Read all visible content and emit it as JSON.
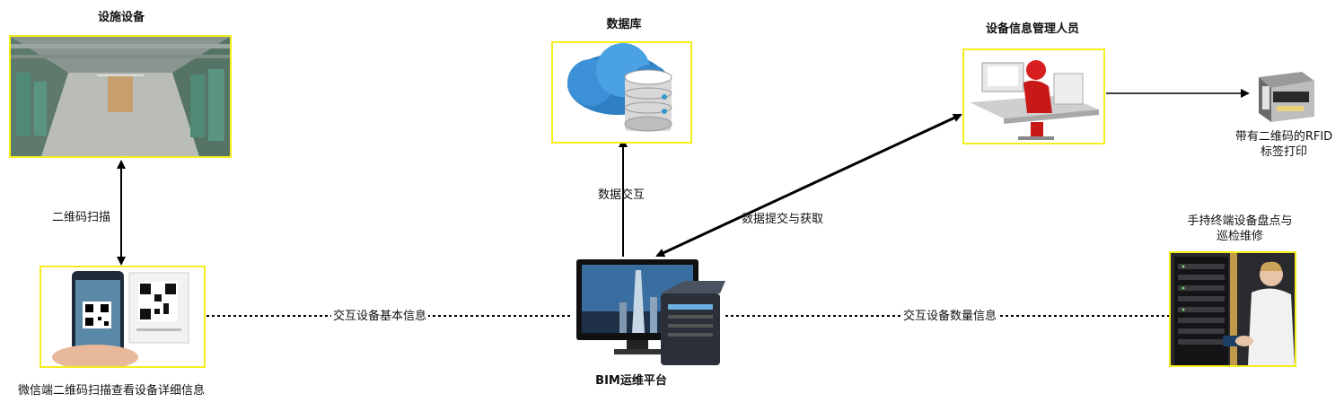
{
  "nodes": {
    "facility": {
      "title": "设施设备",
      "image": "mechanical-room-photo"
    },
    "database": {
      "title": "数据库",
      "image": "cloud-database-icon"
    },
    "manager": {
      "title": "设备信息管理人员",
      "image": "person-at-computer-icon"
    },
    "printer": {
      "caption_line1": "带有二维码的RFID",
      "caption_line2": "标签打印",
      "image": "label-printer-icon"
    },
    "wechat": {
      "caption": "微信端二维码扫描查看设备详细信息",
      "image": "phone-qr-scan-photo"
    },
    "platform": {
      "title": "BIM运维平台",
      "image": "monitor-and-server-icon"
    },
    "handheld": {
      "caption_line1": "手持终端设备盘点与",
      "caption_line2": "巡检维修",
      "image": "technician-server-rack-photo"
    }
  },
  "edges": {
    "qr_scan": "二维码扫描",
    "data_exchange": "数据交互",
    "submit_fetch": "数据提交与获取",
    "basic_info": "交互设备基本信息",
    "quantity_info": "交互设备数量信息"
  },
  "colors": {
    "frame": "#f5ee1f",
    "arrow": "#000000"
  }
}
